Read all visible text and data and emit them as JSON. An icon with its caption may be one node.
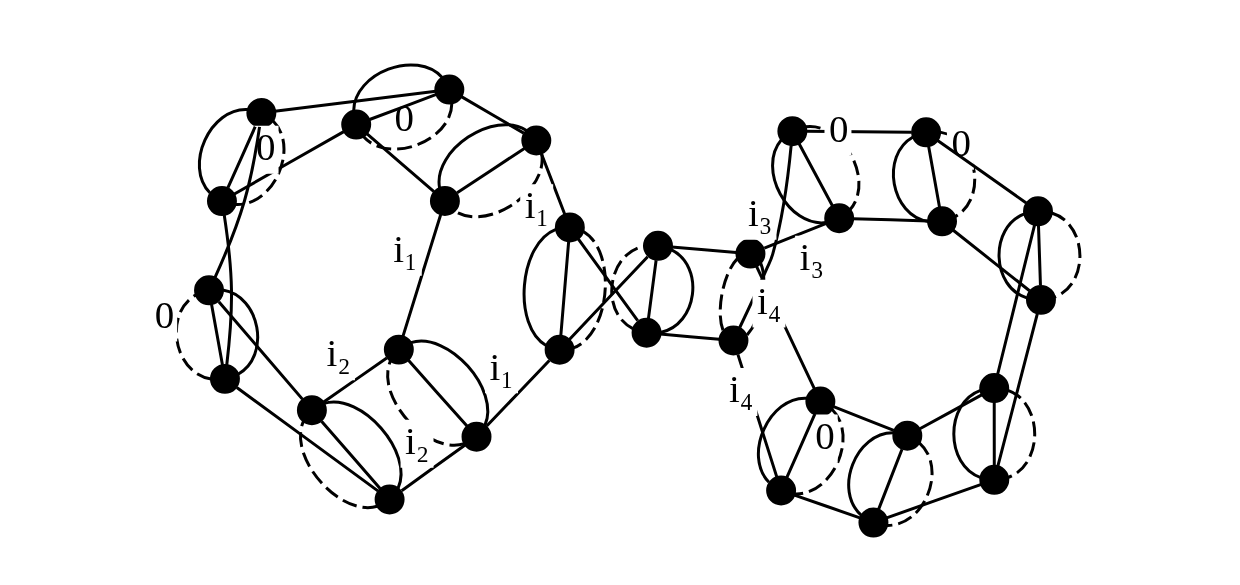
{
  "diagram": {
    "nodes": [
      {
        "text": [],
        "shape": "circle"
      },
      {
        "text": [],
        "shape": "circle"
      },
      {
        "text": [],
        "shape": "circle"
      },
      {
        "text": [],
        "shape": "circle"
      },
      {
        "text": [],
        "shape": "circle"
      },
      {
        "text": [],
        "shape": "circle"
      },
      {
        "text": [],
        "shape": "circle"
      },
      {
        "text": [],
        "shape": "circle"
      },
      {
        "text": [],
        "shape": "circle"
      },
      {
        "text": [],
        "shape": "circle"
      },
      {
        "text": [],
        "shape": "circle"
      },
      {
        "text": [],
        "shape": "circle"
      },
      {
        "text": [],
        "shape": "circle"
      },
      {
        "text": [],
        "shape": "circle"
      },
      {
        "text": [],
        "shape": "circle"
      },
      {
        "text": [],
        "shape": "circle"
      },
      {
        "text": [],
        "shape": "circle"
      },
      {
        "text": [],
        "shape": "circle"
      },
      {
        "text": [],
        "shape": "circle"
      },
      {
        "text": [],
        "shape": "circle"
      },
      {
        "text": [],
        "shape": "circle"
      },
      {
        "text": [],
        "shape": "circle"
      },
      {
        "text": [],
        "shape": "circle"
      },
      {
        "text": [],
        "shape": "circle"
      },
      {
        "text": [],
        "shape": "circle"
      },
      {
        "text": [],
        "shape": "circle"
      },
      {
        "text": [],
        "shape": "circle"
      },
      {
        "text": [],
        "shape": "circle"
      },
      {
        "text": [],
        "shape": "circle"
      },
      {
        "text": [],
        "shape": "circle"
      }
    ],
    "edges": [
      {
        "from": 0,
        "to": 2,
        "arrow": "none"
      },
      {
        "from": 0,
        "to": 4,
        "arrow": "none"
      },
      {
        "from": 8,
        "to": 11,
        "arrow": "none"
      },
      {
        "from": 11,
        "to": 10,
        "arrow": "none",
        "label": "i₂"
      },
      {
        "from": 2,
        "to": 6,
        "arrow": "none"
      },
      {
        "from": 3,
        "to": 8,
        "arrow": "none"
      },
      {
        "from": 1,
        "to": 3,
        "arrow": "none"
      },
      {
        "from": 1,
        "to": 5,
        "arrow": "none"
      },
      {
        "from": 5,
        "to": 7,
        "arrow": "none",
        "label": "i₁"
      },
      {
        "from": 7,
        "to": 9,
        "arrow": "none",
        "label": "i₂"
      },
      {
        "from": 9,
        "to": 6,
        "arrow": "none"
      },
      {
        "from": 0,
        "to": 1,
        "arrow": "none",
        "style": "dashed",
        "label": "0"
      },
      {
        "from": 0,
        "to": 1,
        "arrow": "none"
      },
      {
        "from": 0,
        "to": 1,
        "arrow": "none"
      },
      {
        "from": 2,
        "to": 3,
        "arrow": "none",
        "style": "dashed",
        "label": "0"
      },
      {
        "from": 2,
        "to": 3,
        "arrow": "none"
      },
      {
        "from": 2,
        "to": 3,
        "arrow": "none"
      },
      {
        "from": 4,
        "to": 5,
        "arrow": "none",
        "style": "dashed"
      },
      {
        "from": 4,
        "to": 5,
        "arrow": "none"
      },
      {
        "from": 4,
        "to": 5,
        "arrow": "none"
      },
      {
        "from": 8,
        "to": 6,
        "arrow": "none",
        "style": "dashed",
        "label": "0"
      },
      {
        "from": 8,
        "to": 6,
        "arrow": "none"
      },
      {
        "from": 8,
        "to": 6,
        "arrow": "none"
      },
      {
        "from": 11,
        "to": 9,
        "arrow": "none",
        "style": "dashed"
      },
      {
        "from": 11,
        "to": 9,
        "arrow": "none"
      },
      {
        "from": 11,
        "to": 9,
        "arrow": "none"
      },
      {
        "from": 10,
        "to": 7,
        "arrow": "none",
        "style": "dashed"
      },
      {
        "from": 10,
        "to": 7,
        "arrow": "none"
      },
      {
        "from": 10,
        "to": 7,
        "arrow": "none"
      },
      {
        "from": 4,
        "to": 12,
        "arrow": "none",
        "label": "i₁"
      },
      {
        "from": 10,
        "to": 13,
        "arrow": "none",
        "label": "i₁"
      },
      {
        "from": 12,
        "to": 13,
        "arrow": "none",
        "style": "dashed"
      },
      {
        "from": 12,
        "to": 13,
        "arrow": "none"
      },
      {
        "from": 12,
        "to": 13,
        "arrow": "none"
      },
      {
        "from": 12,
        "to": 14,
        "arrow": "none"
      },
      {
        "from": 13,
        "to": 15,
        "arrow": "none"
      },
      {
        "from": 14,
        "to": 15,
        "arrow": "none",
        "style": "dashed"
      },
      {
        "from": 14,
        "to": 15,
        "arrow": "none"
      },
      {
        "from": 14,
        "to": 15,
        "arrow": "none"
      },
      {
        "from": 14,
        "to": 16,
        "arrow": "none"
      },
      {
        "from": 15,
        "to": 17,
        "arrow": "none"
      },
      {
        "from": 16,
        "to": 17,
        "arrow": "none",
        "style": "dashed"
      },
      {
        "from": 16,
        "to": 17,
        "arrow": "none"
      },
      {
        "from": 16,
        "to": 20,
        "arrow": "none",
        "label": "i₃"
      },
      {
        "from": 17,
        "to": 22,
        "arrow": "none",
        "label": "i₃"
      },
      {
        "from": 16,
        "to": 24,
        "arrow": "none",
        "label": "i₄"
      },
      {
        "from": 17,
        "to": 26,
        "arrow": "none",
        "label": "i₄"
      },
      {
        "from": 18,
        "to": 20,
        "arrow": "none"
      },
      {
        "from": 18,
        "to": 21,
        "arrow": "none"
      },
      {
        "from": 21,
        "to": 28,
        "arrow": "none"
      },
      {
        "from": 28,
        "to": 29,
        "arrow": "none"
      },
      {
        "from": 29,
        "to": 26,
        "arrow": "none"
      },
      {
        "from": 19,
        "to": 22,
        "arrow": "none"
      },
      {
        "from": 19,
        "to": 23,
        "arrow": "none"
      },
      {
        "from": 23,
        "to": 25,
        "arrow": "none"
      },
      {
        "from": 25,
        "to": 27,
        "arrow": "none"
      },
      {
        "from": 27,
        "to": 24,
        "arrow": "none"
      },
      {
        "from": 18,
        "to": 19,
        "arrow": "none",
        "style": "dashed",
        "label": "0"
      },
      {
        "from": 18,
        "to": 19,
        "arrow": "none"
      },
      {
        "from": 18,
        "to": 19,
        "arrow": "none"
      },
      {
        "from": 20,
        "to": 22,
        "arrow": "none",
        "style": "dashed",
        "label": "0"
      },
      {
        "from": 20,
        "to": 22,
        "arrow": "none"
      },
      {
        "from": 20,
        "to": 22,
        "arrow": "none"
      },
      {
        "from": 26,
        "to": 24,
        "arrow": "none",
        "style": "dashed",
        "label": "0"
      },
      {
        "from": 26,
        "to": 24,
        "arrow": "none"
      },
      {
        "from": 26,
        "to": 24,
        "arrow": "none"
      },
      {
        "from": 29,
        "to": 27,
        "arrow": "none",
        "style": "dashed"
      },
      {
        "from": 29,
        "to": 27,
        "arrow": "none"
      },
      {
        "from": 29,
        "to": 27,
        "arrow": "none"
      },
      {
        "from": 28,
        "to": 25,
        "arrow": "none",
        "style": "dashed"
      },
      {
        "from": 28,
        "to": 25,
        "arrow": "none"
      },
      {
        "from": 28,
        "to": 25,
        "arrow": "none"
      },
      {
        "from": 21,
        "to": 23,
        "arrow": "none",
        "style": "dashed"
      },
      {
        "from": 21,
        "to": 23,
        "arrow": "none"
      },
      {
        "from": 21,
        "to": 23,
        "arrow": "none"
      }
    ]
  }
}
